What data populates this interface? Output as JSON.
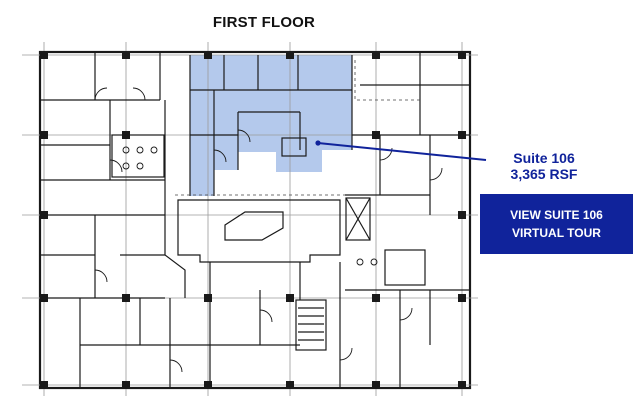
{
  "floor_title": "FIRST FLOOR",
  "suite": {
    "name": "Suite 106",
    "area": "3,365 RSF"
  },
  "tour_button": {
    "line1": "VIEW SUITE 106",
    "line2": "VIRTUAL TOUR"
  },
  "colors": {
    "highlight_fill": "#b4c9ec",
    "accent": "#10239b",
    "wall": "#1a1a1a",
    "button_bg": "#10239b",
    "button_text": "#ffffff"
  }
}
